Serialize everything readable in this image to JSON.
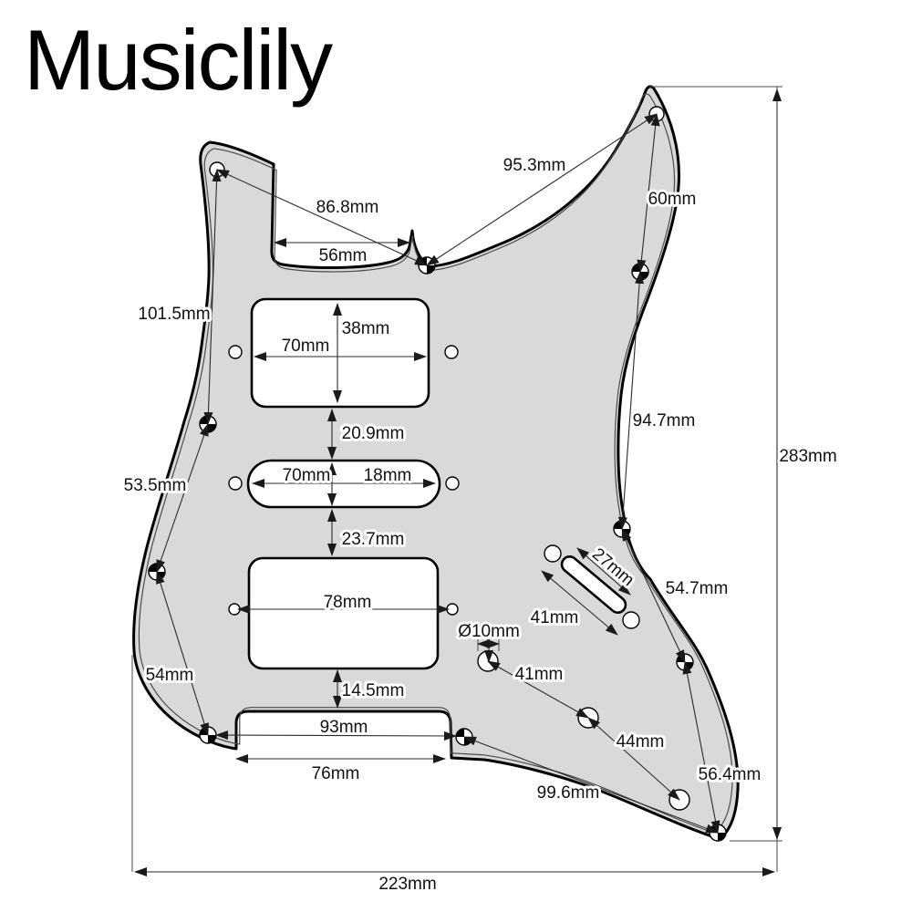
{
  "brand": "Musiclily",
  "colors": {
    "pickguard_fill": "#d9d9d9",
    "outline": "#000000",
    "dim_line": "#2a2a2a"
  },
  "diagram": {
    "unit": "mm",
    "dimensions": {
      "d95_3": "95.3mm",
      "d60": "60mm",
      "d86_8": "86.8mm",
      "d56": "56mm",
      "d101_5": "101.5mm",
      "d38": "38mm",
      "d70_top": "70mm",
      "d20_9": "20.9mm",
      "d94_7": "94.7mm",
      "d283": "283mm",
      "d53_5": "53.5mm",
      "d70_mid": "70mm",
      "d18": "18mm",
      "d23_7": "23.7mm",
      "d27": "27mm",
      "d54_7": "54.7mm",
      "d41_switch": "41mm",
      "d78": "78mm",
      "d10": "Ø10mm",
      "d41_pots": "41mm",
      "d54": "54mm",
      "d14_5": "14.5mm",
      "d44": "44mm",
      "d93": "93mm",
      "d76": "76mm",
      "d56_4": "56.4mm",
      "d99_6": "99.6mm",
      "d223": "223mm"
    }
  }
}
